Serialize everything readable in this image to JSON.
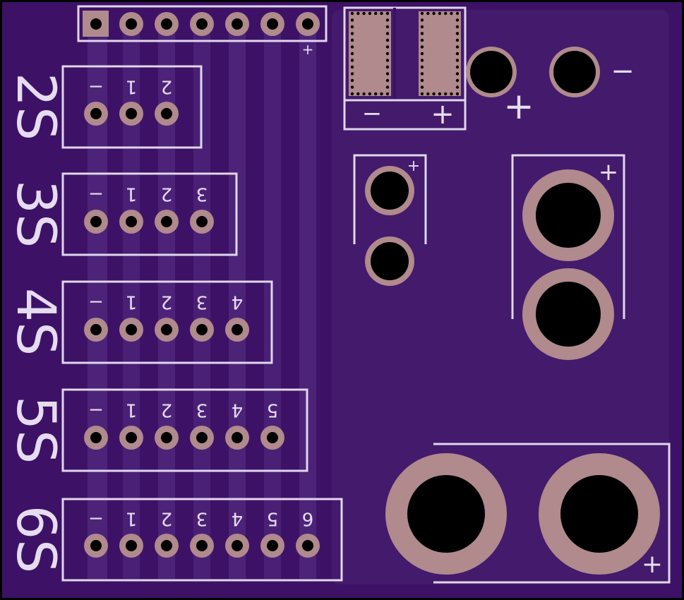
{
  "board": {
    "colors": {
      "background": "#000000",
      "substrate": "#3d1266",
      "pour": "#3f1767",
      "trace": "#4a1f78",
      "trace_light": "#5a3286",
      "silkscreen": "#e0d6ec",
      "copper": "#b08a8c",
      "drill": "#000000"
    }
  },
  "connectors": {
    "balance_header": {
      "plus": "+"
    },
    "cells": [
      {
        "label": "2S",
        "pins": [
          "−",
          "1",
          "2"
        ]
      },
      {
        "label": "3S",
        "pins": [
          "−",
          "1",
          "2",
          "3"
        ]
      },
      {
        "label": "4S",
        "pins": [
          "−",
          "1",
          "2",
          "3",
          "4"
        ]
      },
      {
        "label": "5S",
        "pins": [
          "−",
          "1",
          "2",
          "3",
          "4",
          "5"
        ]
      },
      {
        "label": "6S",
        "pins": [
          "−",
          "1",
          "2",
          "3",
          "4",
          "5",
          "6"
        ]
      }
    ],
    "smd_pads": {
      "minus": "−",
      "plus": "+"
    },
    "barrel_pads": {
      "plus": "+",
      "minus": "−"
    },
    "small_pair": {
      "plus": "+"
    },
    "medium_pair": {
      "plus": "+"
    },
    "large_pair": {
      "plus": "+"
    }
  }
}
